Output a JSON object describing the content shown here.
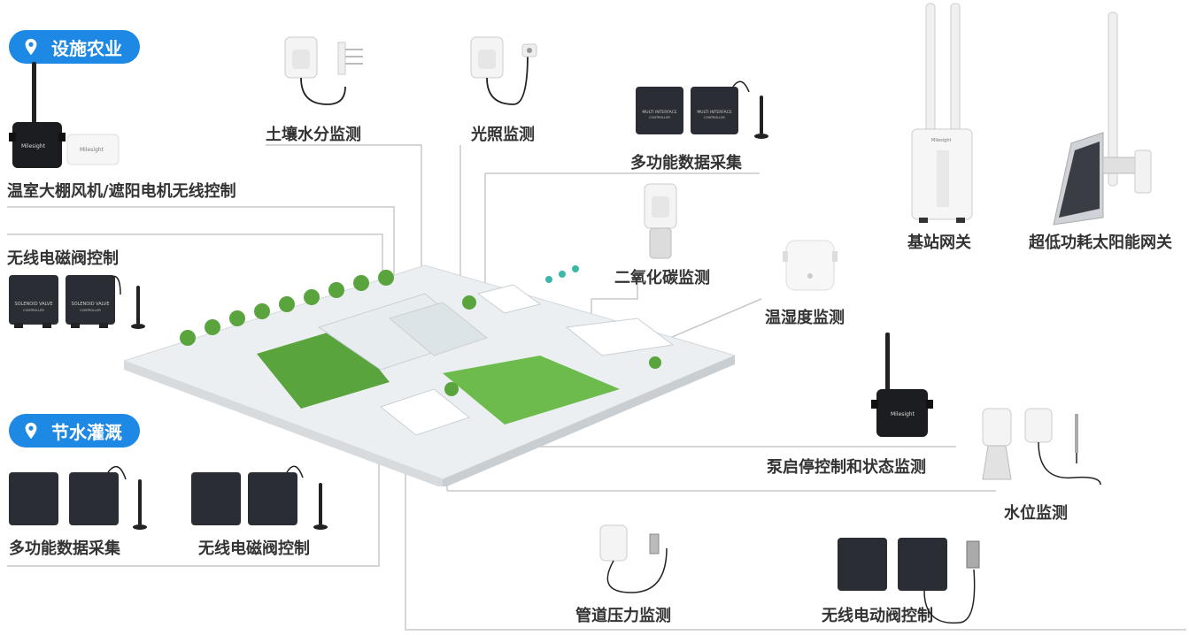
{
  "sections": {
    "facility": "设施农业",
    "irrigation": "节水灌溉"
  },
  "labels": {
    "greenhouse_ctrl": "温室大棚风机/遮阳电机无线控制",
    "valve_ctrl": "无线电磁阀控制",
    "soil": "土壤水分监测",
    "light": "光照监测",
    "multi_top": "多功能数据采集",
    "co2": "二氧化碳监测",
    "temp_hum": "温湿度监测",
    "gateway": "基站网关",
    "solar_gateway": "超低功耗太阳能网关",
    "pump": "泵启停控制和状态监测",
    "water_level": "水位监测",
    "pipe_pressure": "管道压力监测",
    "electric_valve": "无线电动阀控制",
    "multi_bottom": "多功能数据采集",
    "valve_bottom": "无线电磁阀控制"
  },
  "device_text": {
    "solenoid": "SOLENOID VALVE",
    "controller": "CONTROLLER",
    "multi_interface": "MULTI INTERFACE",
    "brand": "Milesight"
  },
  "colors": {
    "accent": "#1e88e5",
    "line": "#c8c8c8",
    "grass": "#6dbb4c"
  }
}
